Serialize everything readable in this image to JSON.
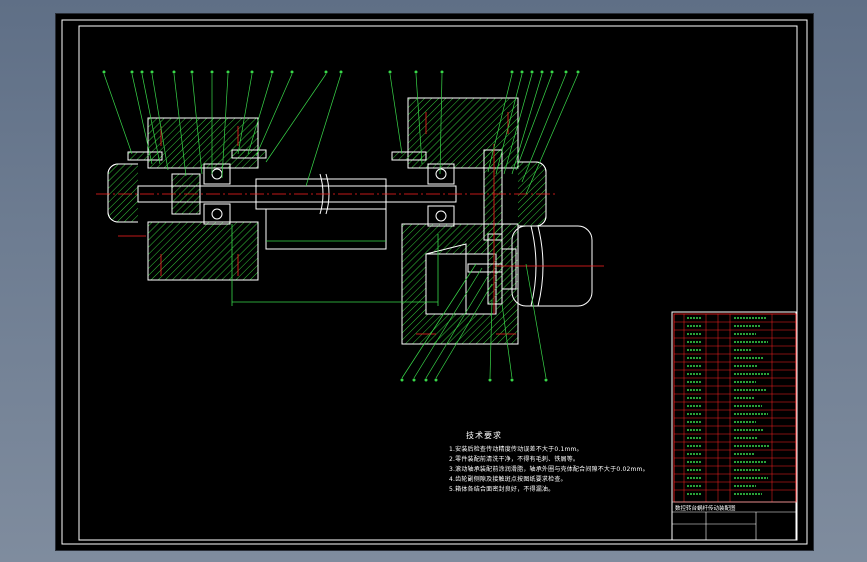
{
  "colors": {
    "line": "#ffffff",
    "hatch": "#34c83a",
    "centerline": "#ff2020",
    "leader": "#39d84a",
    "dimension": "#39d84a",
    "frame": "#ffffff",
    "titleblock_border": "#ff2020",
    "background": "#000000"
  },
  "notes": {
    "heading": "技术要求",
    "lines": [
      "1.安装后检查传动精度传动误差不大于0.1mm。",
      "2.零件装配前清洗干净，不得有毛刺、铁屑等。",
      "3.滚动轴承装配前涂润滑脂，轴承外圈与壳体配合间隙不大于0.02mm。",
      "4.齿轮副侧隙及接触斑点按图纸要求检查。",
      "5.箱体各结合面密封良好，不得漏油。"
    ]
  },
  "titleblock": {
    "drawing_name": "数控转台蜗杆传动装配图"
  }
}
